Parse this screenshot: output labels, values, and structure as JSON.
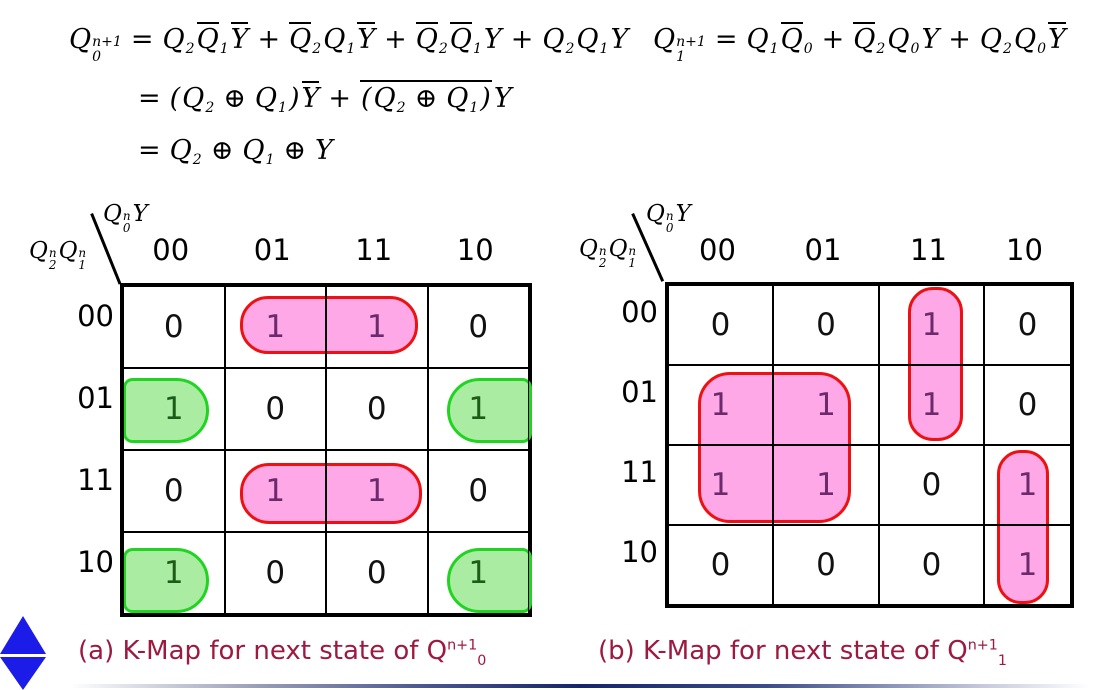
{
  "colors": {
    "group_fill_pink": "#ffa8e8",
    "group_border_red": "#ee1111",
    "digit_in_pink_group": "#6b2a6b",
    "group_fill_green": "#a9eca2",
    "group_border_green": "#21d421",
    "digit_in_green_group": "#1d5c17",
    "digit_default": "#111111",
    "caption_maroon": "#9c1a40",
    "diamond_blue": "#1c1ce8",
    "divider_navy": "#16246a"
  },
  "equations": {
    "q0_next": {
      "line1": [
        {
          "t": "Q",
          "sub": "0",
          "sup": "n+1"
        },
        {
          "t": "=",
          "cls": "op"
        },
        {
          "t": "Q",
          "sub": "2"
        },
        {
          "t": "Q",
          "sub": "1",
          "bar": true
        },
        {
          "t": "Y",
          "bar": true
        },
        {
          "t": "+",
          "cls": "op"
        },
        {
          "t": "Q",
          "sub": "2",
          "bar": true
        },
        {
          "t": "Q",
          "sub": "1"
        },
        {
          "t": "Y",
          "bar": true
        },
        {
          "t": "+",
          "cls": "op"
        },
        {
          "t": "Q",
          "sub": "2",
          "bar": true
        },
        {
          "t": "Q",
          "sub": "1",
          "bar": true
        },
        {
          "t": "Y"
        },
        {
          "t": "+",
          "cls": "op"
        },
        {
          "t": "Q",
          "sub": "2"
        },
        {
          "t": "Q",
          "sub": "1"
        },
        {
          "t": "Y"
        }
      ],
      "line2": [
        {
          "t": "=",
          "cls": "op"
        },
        {
          "t": "("
        },
        {
          "t": "Q",
          "sub": "2"
        },
        {
          "t": "⊕",
          "cls": "op"
        },
        {
          "t": "Q",
          "sub": "1"
        },
        {
          "t": ")"
        },
        {
          "t": "Y",
          "bar": true
        },
        {
          "t": "+",
          "cls": "op"
        },
        {
          "group": [
            {
              "t": "("
            },
            {
              "t": "Q",
              "sub": "2"
            },
            {
              "t": "⊕",
              "cls": "op"
            },
            {
              "t": "Q",
              "sub": "1"
            },
            {
              "t": ")"
            }
          ],
          "bar": true
        },
        {
          "t": "Y"
        }
      ],
      "line3": [
        {
          "t": "=",
          "cls": "op"
        },
        {
          "t": "Q",
          "sub": "2"
        },
        {
          "t": "⊕",
          "cls": "op"
        },
        {
          "t": "Q",
          "sub": "1"
        },
        {
          "t": "⊕",
          "cls": "op"
        },
        {
          "t": "Y"
        }
      ]
    },
    "q1_next": {
      "line1": [
        {
          "t": "Q",
          "sub": "1",
          "sup": "n+1"
        },
        {
          "t": "=",
          "cls": "op"
        },
        {
          "t": "Q",
          "sub": "1"
        },
        {
          "t": "Q",
          "sub": "0",
          "bar": true
        },
        {
          "t": "+",
          "cls": "op"
        },
        {
          "t": "Q",
          "sub": "2",
          "bar": true
        },
        {
          "t": "Q",
          "sub": "0"
        },
        {
          "t": "Y"
        },
        {
          "t": "+",
          "cls": "op"
        },
        {
          "t": "Q",
          "sub": "2"
        },
        {
          "t": "Q",
          "sub": "0"
        },
        {
          "t": "Y",
          "bar": true
        }
      ]
    }
  },
  "kmaps": [
    {
      "corner_var_top": [
        {
          "t": "Q",
          "sub": "0",
          "sup": "n"
        },
        {
          "t": "Y"
        }
      ],
      "corner_var_bottom": [
        {
          "t": "Q",
          "sub": "2",
          "sup": "n"
        },
        {
          "t": "Q",
          "sub": "1",
          "sup": "n"
        }
      ],
      "col_labels": [
        "00",
        "01",
        "11",
        "10"
      ],
      "row_labels": [
        "00",
        "01",
        "11",
        "10"
      ],
      "cells": [
        [
          "0",
          "1",
          "1",
          "0"
        ],
        [
          "1",
          "0",
          "0",
          "1"
        ],
        [
          "0",
          "1",
          "1",
          "0"
        ],
        [
          "1",
          "0",
          "0",
          "1"
        ]
      ],
      "cell_styles": [
        [
          "",
          "p",
          "p",
          ""
        ],
        [
          "g",
          "",
          "",
          "g"
        ],
        [
          "",
          "p",
          "p",
          ""
        ],
        [
          "g",
          "",
          "",
          "g"
        ]
      ],
      "caption": {
        "prefix": "(a) K-Map for next state of Q",
        "sup": "n+1",
        "sub": "0"
      }
    },
    {
      "corner_var_top": [
        {
          "t": "Q",
          "sub": "0",
          "sup": "n"
        },
        {
          "t": "Y"
        }
      ],
      "corner_var_bottom": [
        {
          "t": "Q",
          "sub": "2",
          "sup": "n"
        },
        {
          "t": "Q",
          "sub": "1",
          "sup": "n"
        }
      ],
      "col_labels": [
        "00",
        "01",
        "11",
        "10"
      ],
      "row_labels": [
        "00",
        "01",
        "11",
        "10"
      ],
      "cells": [
        [
          "0",
          "0",
          "1",
          "0"
        ],
        [
          "1",
          "1",
          "1",
          "0"
        ],
        [
          "1",
          "1",
          "0",
          "1"
        ],
        [
          "0",
          "0",
          "0",
          "1"
        ]
      ],
      "cell_styles": [
        [
          "",
          "",
          "p",
          ""
        ],
        [
          "p",
          "p",
          "p",
          ""
        ],
        [
          "p",
          "p",
          "",
          "p"
        ],
        [
          "",
          "",
          "",
          "p"
        ]
      ],
      "caption": {
        "prefix": "(b) K-Map for next state of Q",
        "sup": "n+1",
        "sub": "1"
      }
    }
  ]
}
